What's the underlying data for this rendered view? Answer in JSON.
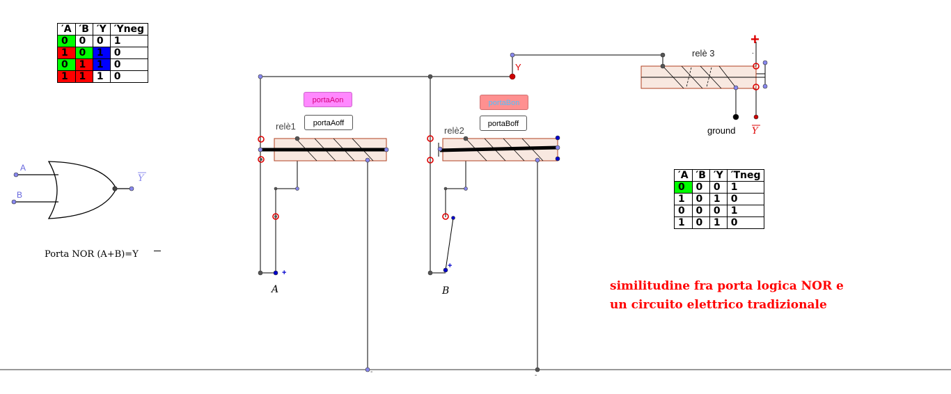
{
  "table_top": {
    "headers": [
      "′A",
      "′B",
      "′Y",
      "′Yneg"
    ],
    "rows": [
      [
        "0",
        "0",
        "0",
        "1"
      ],
      [
        "1",
        "0",
        "1",
        "0"
      ],
      [
        "0",
        "1",
        "1",
        "0"
      ],
      [
        "1",
        "1",
        "1",
        "0"
      ]
    ]
  },
  "table_right": {
    "headers": [
      "′A",
      "′B",
      "′Y",
      "′Tneg"
    ],
    "rows": [
      [
        "0",
        "0",
        "0",
        "1"
      ],
      [
        "1",
        "0",
        "1",
        "0"
      ],
      [
        "0",
        "0",
        "0",
        "1"
      ],
      [
        "1",
        "0",
        "1",
        "0"
      ]
    ]
  },
  "gate": {
    "input_a": "A",
    "input_b": "B",
    "output": "Y",
    "caption": "Porta NOR (A+B)=Y"
  },
  "buttons": {
    "porta_a_on": "portaAon",
    "porta_a_off": "portaAoff",
    "porta_b_on": "portaBon",
    "porta_b_off": "portaBoff"
  },
  "labels": {
    "rele1": "relè1",
    "rele2": "relè2",
    "rele3": "relè 3",
    "y_node": "Y",
    "ground": "ground",
    "y_bar": "Y",
    "switch_a": "A",
    "switch_b": "B",
    "plus_a": "+",
    "plus_b": "+",
    "plus_top": "+",
    "minus_a": "-",
    "minus_b": "-",
    "dot": "."
  },
  "caption": {
    "line1": "similitudine fra porta logica NOR  e",
    "line2": "un circuito elettrico tradizionale"
  },
  "colors": {
    "true_green": "#00ff00",
    "true_red": "#ff0000",
    "true_blue": "#0000ff",
    "point_fill": "#8888ee",
    "relay_fill": "#f8e8e0",
    "relay_border": "#b04020",
    "caption": "#ff0000"
  }
}
